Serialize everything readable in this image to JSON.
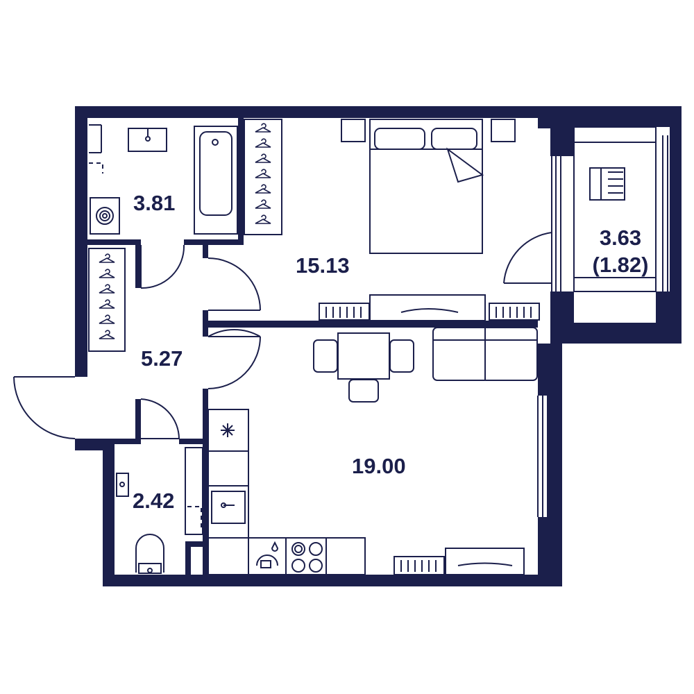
{
  "colors": {
    "wall": "#1b1f4b",
    "line": "#1b1f4b",
    "background": "#ffffff"
  },
  "rooms": {
    "bathroom": {
      "area": "3.81"
    },
    "bedroom": {
      "area": "15.13"
    },
    "balcony": {
      "area": "3.63",
      "area_reduced": "(1.82)"
    },
    "hall": {
      "area": "5.27"
    },
    "living_kitchen": {
      "area": "19.00"
    },
    "wc": {
      "area": "2.42"
    }
  },
  "icons": [
    "wardrobe-icon",
    "bed-icon",
    "bathtub-icon",
    "sink-icon",
    "washing-machine-icon",
    "toilet-icon",
    "stove-icon",
    "sofa-icon",
    "dining-table-icon",
    "radiator-icon",
    "window-icon",
    "door-icon",
    "balcony-chair-icon"
  ]
}
